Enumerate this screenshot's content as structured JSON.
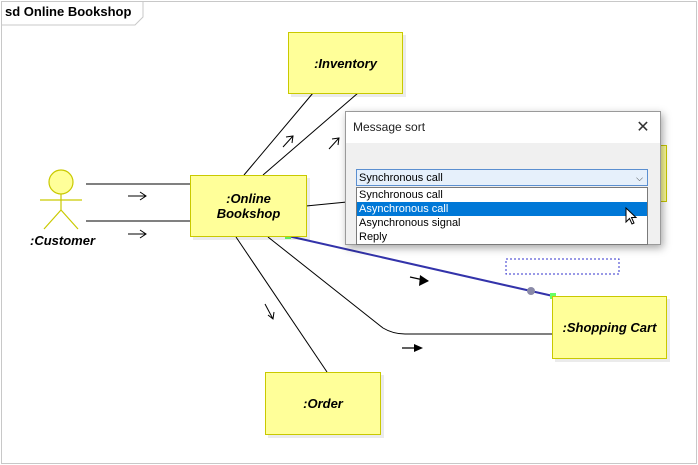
{
  "frame": {
    "title": "sd Online Bookshop"
  },
  "lifelines": {
    "inventory": ":Inventory",
    "online_bookshop": ":Online\nBookshop",
    "order": ":Order",
    "shopping_cart": ":Shopping Cart",
    "customer": ":Customer"
  },
  "dialog": {
    "title": "Message sort",
    "close_icon": "close-icon",
    "selected_value": "Synchronous call",
    "options": [
      "Synchronous call",
      "Asynchronous call",
      "Asynchronous signal",
      "Reply"
    ],
    "highlighted_index": 1
  },
  "colors": {
    "lifeline_fill": "#ffff99",
    "selected_link": "#3333aa",
    "selection_handle": "#66ff66",
    "highlight": "#0078d7"
  }
}
